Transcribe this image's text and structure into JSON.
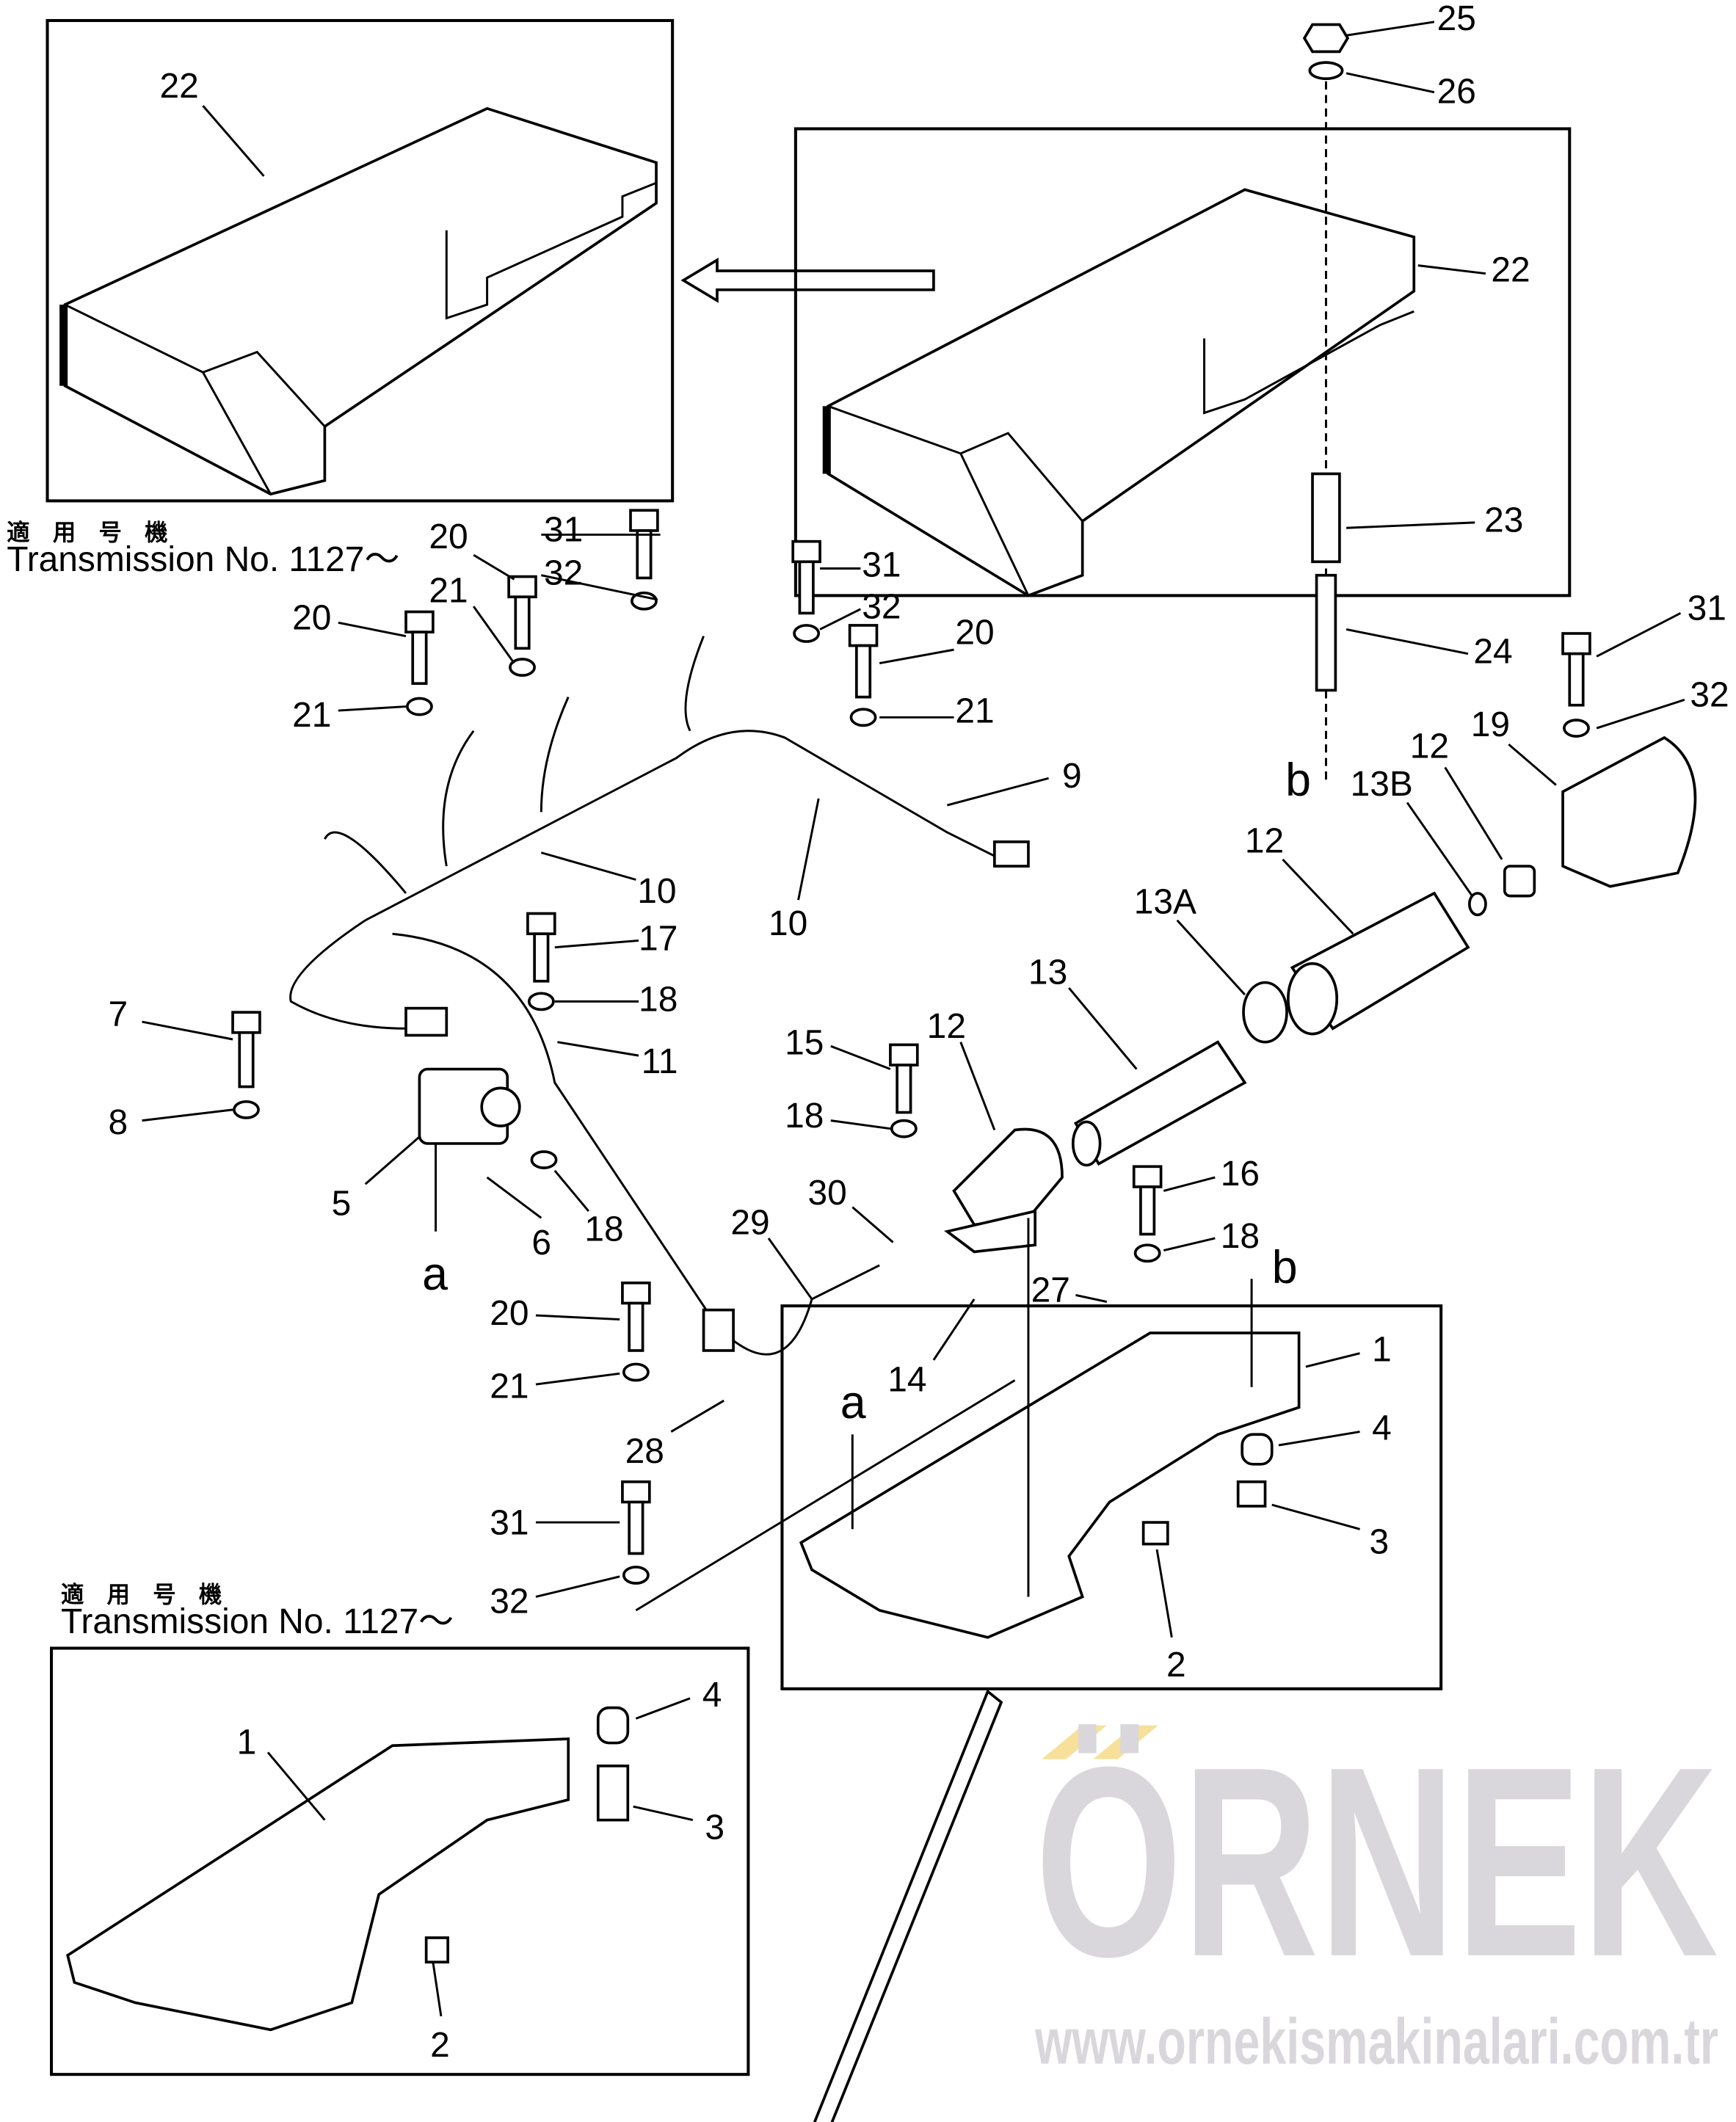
{
  "watermark": {
    "brand": "ÖRNEK",
    "url": "www.ornekismakinalari.com.tr"
  },
  "notes": [
    {
      "jp": "適　用　号　機",
      "en": "Transmission No. 1127～"
    },
    {
      "jp": "適　用　号　機",
      "en": "Transmission No. 1127～"
    }
  ],
  "labels": [
    "22",
    "25",
    "26",
    "22",
    "23",
    "24",
    "31",
    "32",
    "19",
    "12",
    "13B",
    "b",
    "12",
    "13A",
    "13",
    "9",
    "10",
    "10",
    "31",
    "32",
    "20",
    "21",
    "20",
    "21",
    "31",
    "32",
    "20",
    "21",
    "17",
    "18",
    "11",
    "7",
    "8",
    "5",
    "6",
    "18",
    "a",
    "15",
    "12",
    "18",
    "30",
    "29",
    "16",
    "18",
    "b",
    "27",
    "14",
    "1",
    "4",
    "3",
    "2",
    "a",
    "20",
    "21",
    "28",
    "31",
    "32",
    "4",
    "3",
    "1",
    "2"
  ],
  "colors": {
    "line": "#000000",
    "watermark": "#d9d7dc",
    "accent": "#f7e09a"
  }
}
